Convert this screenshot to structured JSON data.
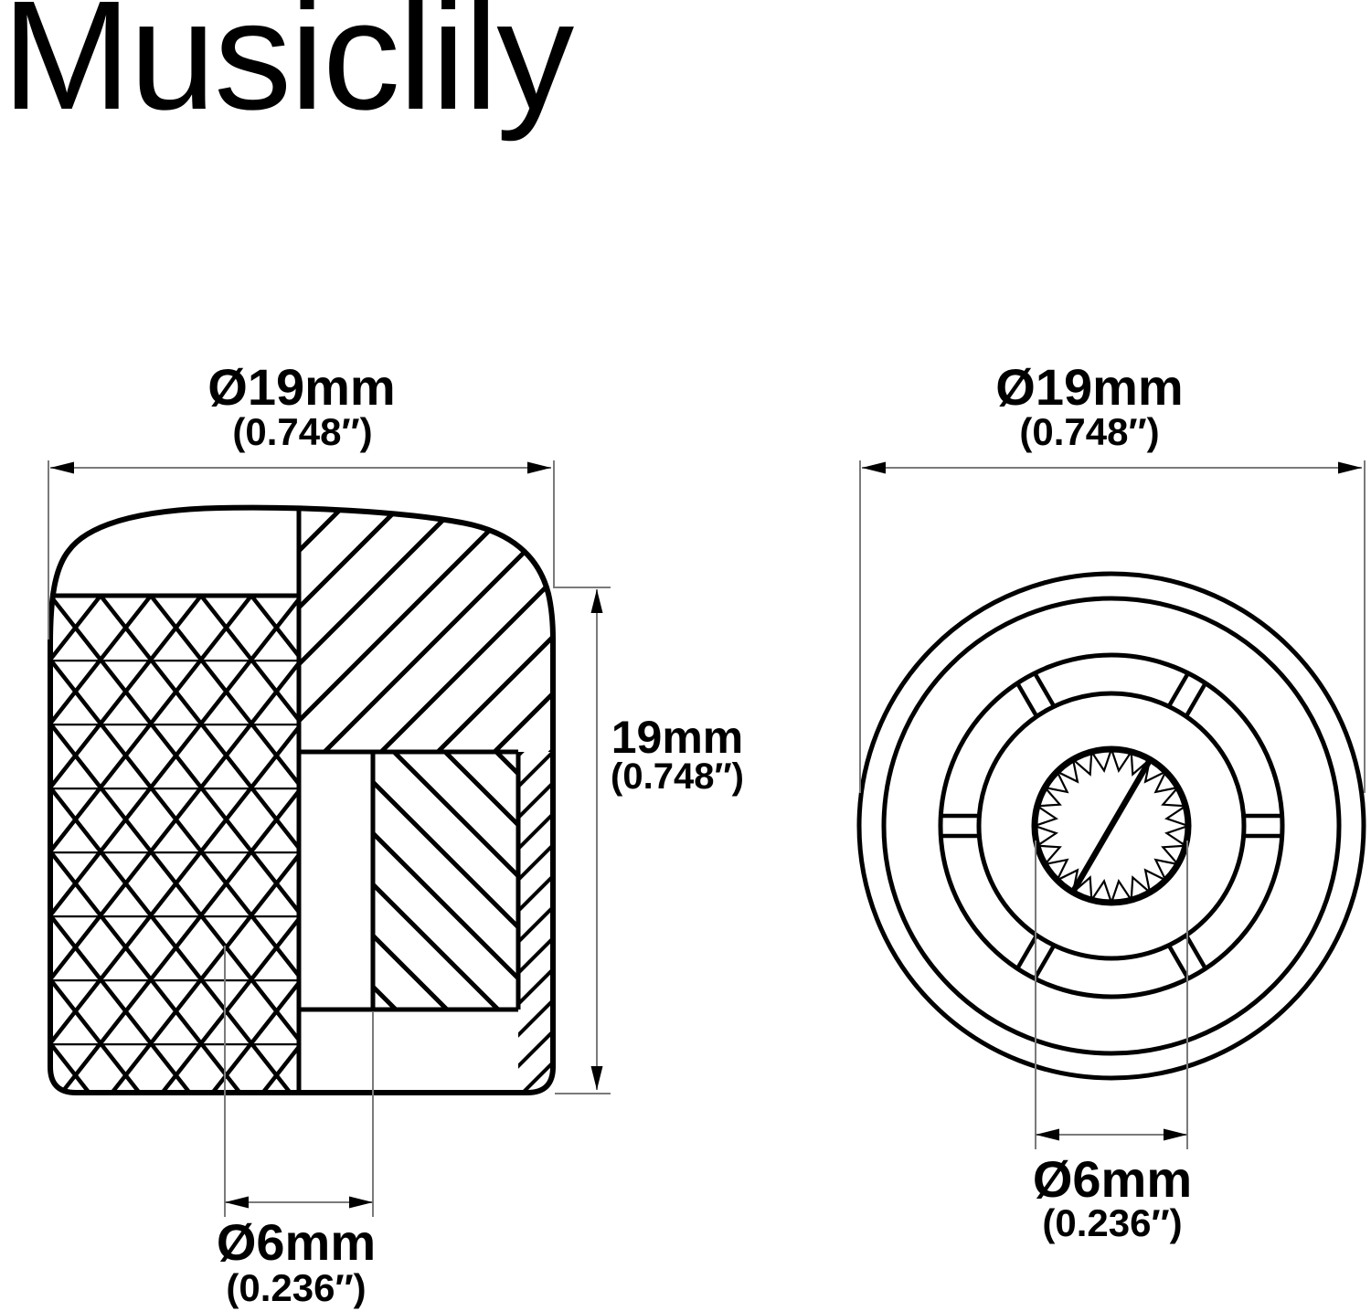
{
  "brand": "Musiclily",
  "colors": {
    "ink": "#000000",
    "dim_line": "#7a7a7a",
    "background": "#ffffff"
  },
  "figures": {
    "side_view": {
      "width_dim": {
        "metric": "Ø19mm",
        "imperial": "(0.748″)"
      },
      "height_dim": {
        "metric": "19mm",
        "imperial": "(0.748″)"
      },
      "bore_dim": {
        "metric": "Ø6mm",
        "imperial": "(0.236″)"
      }
    },
    "top_view": {
      "width_dim": {
        "metric": "Ø19mm",
        "imperial": "(0.748″)"
      },
      "bore_dim": {
        "metric": "Ø6mm",
        "imperial": "(0.236″)"
      }
    }
  }
}
